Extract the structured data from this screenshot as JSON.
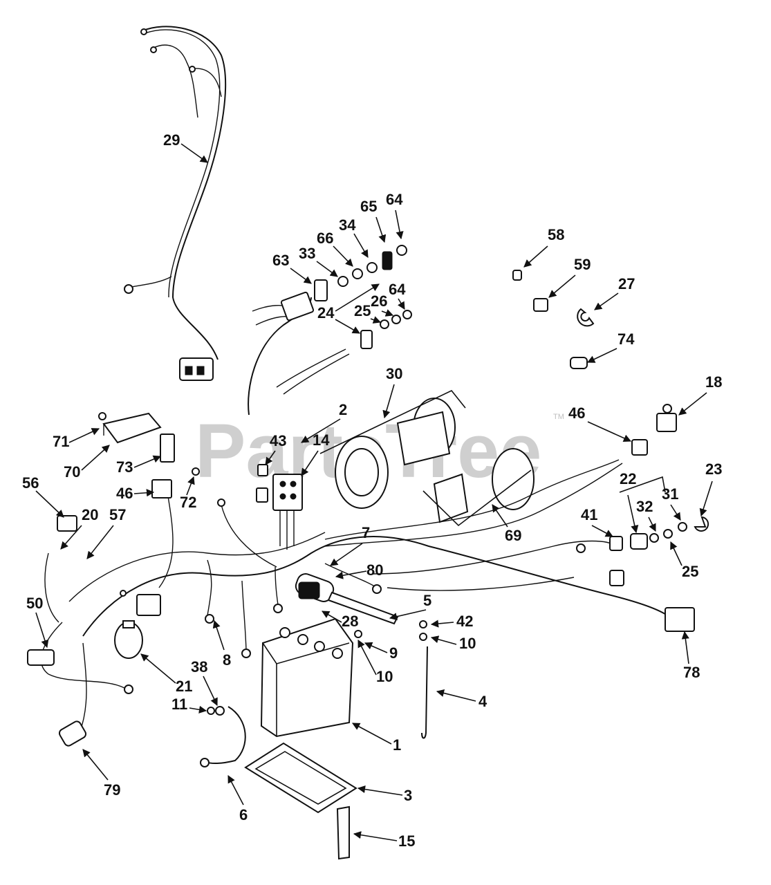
{
  "watermark": "PartsTree",
  "trademark": "TM",
  "callouts": [
    "29",
    "63",
    "33",
    "66",
    "34",
    "65",
    "64",
    "64",
    "26",
    "25",
    "24",
    "58",
    "59",
    "27",
    "74",
    "18",
    "46",
    "30",
    "2",
    "43",
    "14",
    "71",
    "70",
    "73",
    "72",
    "46",
    "56",
    "20",
    "57",
    "50",
    "7",
    "80",
    "28",
    "5",
    "42",
    "10",
    "9",
    "10",
    "8",
    "21",
    "38",
    "11",
    "1",
    "3",
    "6",
    "79",
    "15",
    "4",
    "69",
    "22",
    "31",
    "23",
    "32",
    "41",
    "25",
    "78"
  ]
}
